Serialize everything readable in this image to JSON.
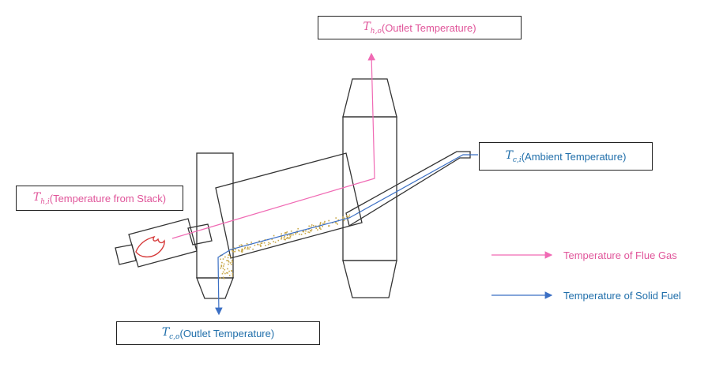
{
  "labels": {
    "hot_outlet": {
      "symbol": "T",
      "sub": "h,o",
      "text": "(Outlet Temperature)"
    },
    "cold_inlet": {
      "symbol": "T",
      "sub": "c,i",
      "text": "(Ambient Temperature)"
    },
    "hot_inlet": {
      "symbol": "T",
      "sub": "h,i",
      "text": "(Temperature from Stack)"
    },
    "cold_outlet": {
      "symbol": "T",
      "sub": "c,o",
      "text": "(Outlet Temperature)"
    }
  },
  "legend": {
    "flue_gas": "Temperature of Flue Gas",
    "solid_fuel": "Temperature of Solid Fuel"
  },
  "colors": {
    "flue_gas": "#f06ab4",
    "solid_fuel": "#3b6fc4",
    "outline": "#333333",
    "particles": "#c8a84a",
    "flame": "#d63a3a"
  }
}
